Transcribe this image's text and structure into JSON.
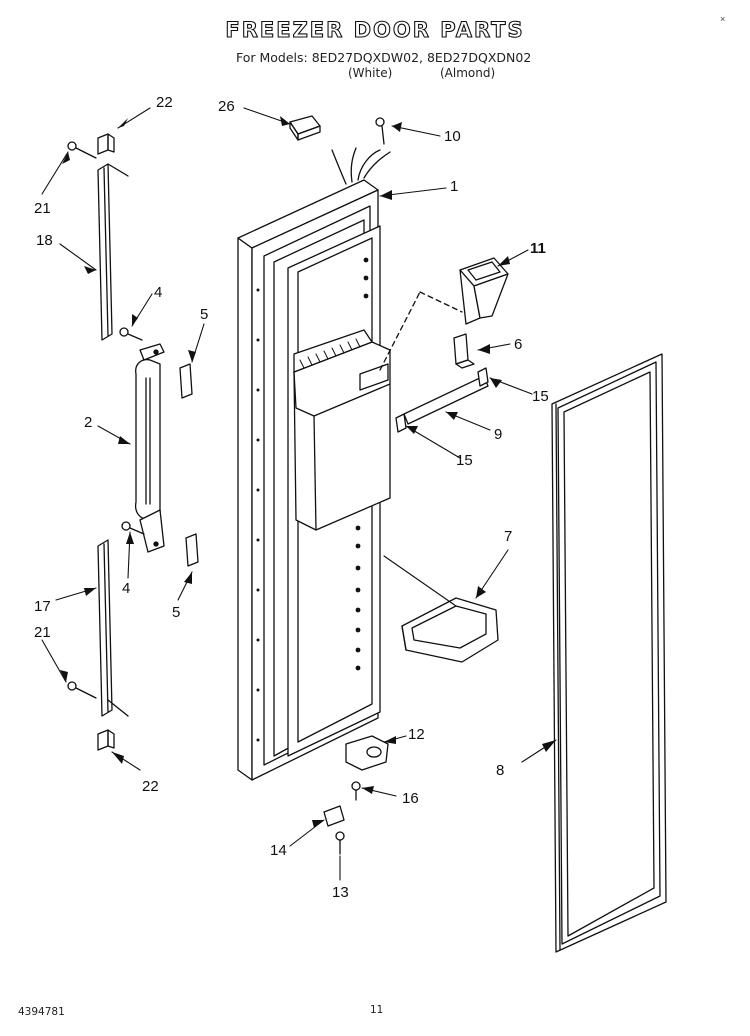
{
  "diagram": {
    "title": "FREEZER DOOR PARTS",
    "models_line": "For Models: 8ED27DQXDW02, 8ED27DQXDN02",
    "variant_white": "(White)",
    "variant_almond": "(Almond)",
    "part_callouts": [
      "22",
      "26",
      "10",
      "21",
      "1",
      "18",
      "11",
      "4",
      "5",
      "6",
      "15",
      "2",
      "9",
      "15",
      "7",
      "4",
      "17",
      "5",
      "21",
      "12",
      "8",
      "22",
      "16",
      "14",
      "13"
    ],
    "footer_doc_number": "4394781",
    "footer_page": "11",
    "corner_mark": "×"
  },
  "colors": {
    "ink": "#111111",
    "paper": "#ffffff"
  }
}
